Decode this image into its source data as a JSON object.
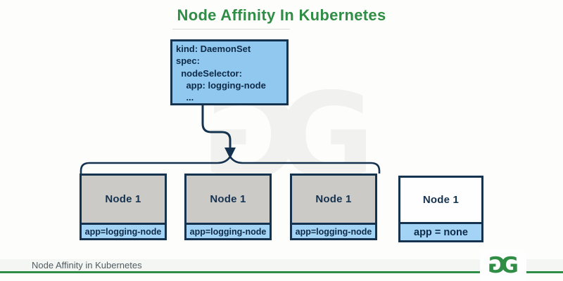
{
  "title": "Node Affinity In Kubernetes",
  "manifest": {
    "lines": [
      "kind: DaemonSet",
      "spec:",
      "  nodeSelector:",
      "    app: logging-node",
      "    ..."
    ]
  },
  "nodes": [
    {
      "title": "Node 1",
      "label": "app=logging-node",
      "matched": true
    },
    {
      "title": "Node 1",
      "label": "app=logging-node",
      "matched": true
    },
    {
      "title": "Node 1",
      "label": "app=logging-node",
      "matched": true
    },
    {
      "title": "Node 1",
      "label": "app = none",
      "matched": false
    }
  ],
  "footer": {
    "caption": "Node Affinity in Kubernetes"
  },
  "logo": {
    "name": "geeksforgeeks-logo",
    "letters": [
      "G",
      "G"
    ]
  },
  "colors": {
    "title_green": "#2f8d46",
    "footer_line_green": "#2f8d46",
    "border_navy": "#15324f",
    "text_navy": "#0e2a47",
    "manifest_blue": "#90c8f0",
    "label_blue": "#a3d4f6",
    "node_gray": "#cbcac7",
    "node_white": "#fffefe",
    "footer_bar_gray": "#f3f6f3"
  }
}
